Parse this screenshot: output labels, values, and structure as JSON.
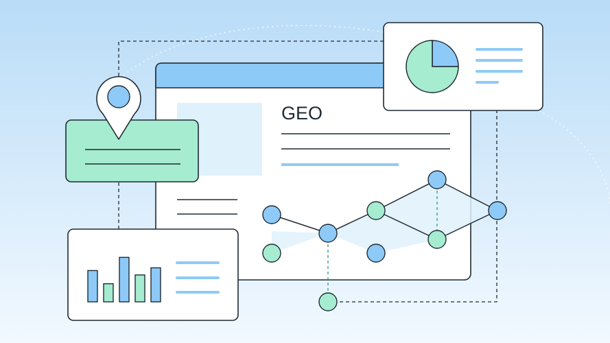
{
  "illustration": {
    "heading": "GEO"
  },
  "colors": {
    "background_top": "#b9dcf7",
    "background_bottom": "#f2f9ff",
    "outline": "#1f2a33",
    "blue": "#8ecaf7",
    "green": "#a6ecd0",
    "pale_blue": "#dff1fb",
    "card_fill": "#ffffff"
  },
  "pie": {
    "slices": [
      {
        "name": "blue",
        "fraction": 0.25
      },
      {
        "name": "green",
        "fraction": 0.75
      }
    ]
  },
  "bars": {
    "values": [
      0.57,
      0.33,
      0.81,
      0.49,
      0.62
    ]
  },
  "icons": {
    "pin": "location-pin-icon",
    "pie": "pie-chart-icon",
    "bars": "bar-chart-icon",
    "network": "network-graph-icon"
  }
}
